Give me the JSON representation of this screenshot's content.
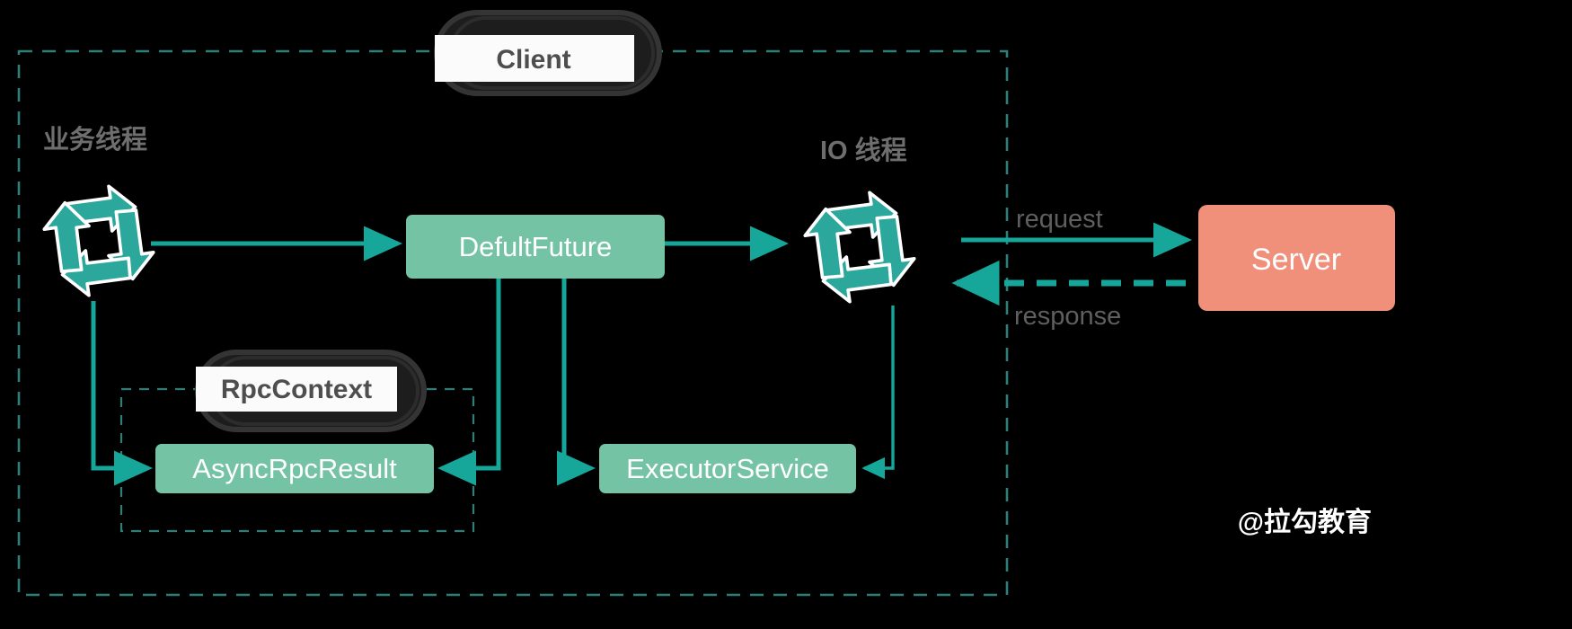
{
  "diagram": {
    "title": "Dubbo async RPC client-server flow",
    "background_color": "#000000",
    "colors": {
      "teal_accent": "#16a79a",
      "node_green": "#74c3a4",
      "server_salmon": "#f0907a",
      "dashed_boundary": "#2f7f78",
      "label_gray": "#6e6e6e",
      "plate_dark": "#262626",
      "plate_white": "#fbfbfb"
    },
    "boundaries": [
      {
        "name": "client-boundary",
        "label": "Client"
      },
      {
        "name": "rpccontext-boundary",
        "label": "RpcContext"
      }
    ],
    "plates": [
      {
        "id": "client",
        "label": "Client"
      },
      {
        "id": "rpccontext",
        "label": "RpcContext"
      }
    ],
    "thread_groups": [
      {
        "id": "business-thread",
        "label": "业务线程",
        "icon": "cyclic-arrows-icon"
      },
      {
        "id": "io-thread",
        "label": "IO 线程",
        "icon": "cyclic-arrows-icon"
      }
    ],
    "nodes": [
      {
        "id": "defult-future",
        "label": "DefultFuture",
        "color": "#74c3a4",
        "text_color": "#ffffff"
      },
      {
        "id": "async-rpc-result",
        "label": "AsyncRpcResult",
        "color": "#74c3a4",
        "text_color": "#ffffff"
      },
      {
        "id": "executor-service",
        "label": "ExecutorService",
        "color": "#74c3a4",
        "text_color": "#ffffff"
      },
      {
        "id": "server",
        "label": "Server",
        "color": "#f0907a",
        "text_color": "#ffffff"
      }
    ],
    "edges": [
      {
        "id": "request-edge",
        "label": "request",
        "style": "solid",
        "direction": "to-server"
      },
      {
        "id": "response-edge",
        "label": "response",
        "style": "dashed",
        "direction": "from-server"
      },
      {
        "id": "business-to-future",
        "label": "",
        "style": "solid"
      },
      {
        "id": "future-to-io",
        "label": "",
        "style": "solid"
      },
      {
        "id": "future-to-asyncresult",
        "label": "",
        "style": "solid"
      },
      {
        "id": "future-to-executor",
        "label": "",
        "style": "solid"
      },
      {
        "id": "business-to-asyncresult",
        "label": "",
        "style": "solid"
      },
      {
        "id": "io-to-executor",
        "label": "",
        "style": "solid"
      }
    ],
    "watermark": {
      "label": "@拉勾教育"
    }
  }
}
